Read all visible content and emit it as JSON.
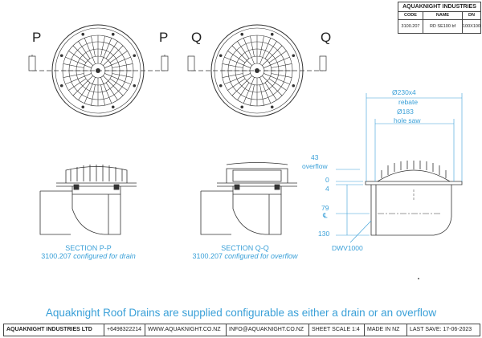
{
  "title_block": {
    "company": "AQUAKNIGHT INDUSTRIES",
    "headers": [
      "CODE",
      "NAME",
      "DN"
    ],
    "values": [
      "3100.207",
      "RD SE100 bf",
      "100X100"
    ]
  },
  "views": {
    "p_left": "P",
    "p_right": "P",
    "q_left": "Q",
    "q_right": "Q"
  },
  "sections": {
    "pp_title": "SECTION P-P",
    "pp_code": "3100.207",
    "pp_note": "configured for drain",
    "qq_title": "SECTION Q-Q",
    "qq_code": "3100.207",
    "qq_note": "configured for overflow"
  },
  "dimensions": {
    "rebate_value": "230x4",
    "rebate_label": "rebate",
    "holesaw_value": "183",
    "holesaw_label": "hole saw",
    "diameter_symbol": "Ø",
    "overflow_value": "43",
    "overflow_label": "overflow",
    "zero": "0",
    "four": "4",
    "seventy_nine": "79",
    "centerline": "℄",
    "one_thirty": "130",
    "dwv": "DWV1000"
  },
  "caption": "Aquaknight Roof Drains are supplied configurable as either a drain or an overflow",
  "footer": {
    "company": "AQUAKNIGHT INDUSTRIES LTD",
    "phone": "+6498322214",
    "web": "WWW.AQUAKNIGHT.CO.NZ",
    "email": "INFO@AQUAKNIGHT.CO.NZ",
    "scale": "SHEET SCALE 1:4",
    "made": "MADE IN NZ",
    "saved": "LAST SAVE: 17-06-2023"
  },
  "colors": {
    "dimension": "#3aa0d8",
    "line": "#333333"
  }
}
